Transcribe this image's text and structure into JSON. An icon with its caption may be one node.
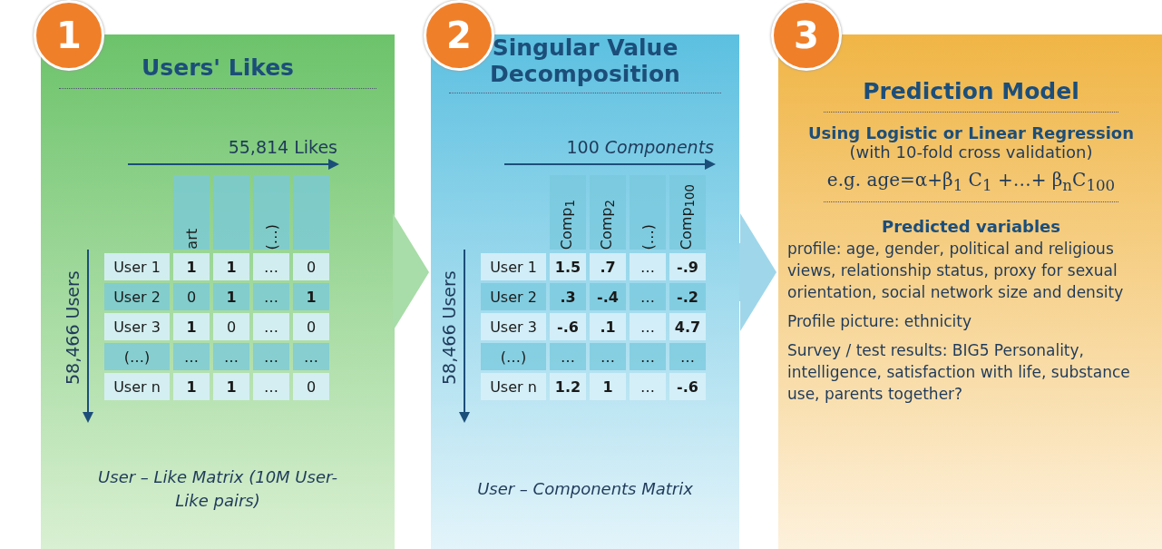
{
  "diagram": {
    "nodes": [
      {
        "text": [
          "Users' Likes",
          "User – Like Matrix (10M User-Like pairs)"
        ]
      },
      {
        "text": [
          "Singular Value Decomposition",
          "User – Components Matrix"
        ]
      },
      {
        "text": [
          "Prediction Model",
          "Using Logistic or Linear Regression",
          "(with 10-fold cross validation)",
          "e.g. age=α+β$_{1}$ C$_{1}$ +…+ β$_{n}$C$_{100}$",
          "Predicted variables",
          "profile: age, gender, political and religious views, relationship status, proxy for sexual orientation, social network size and density",
          "Profile picture: ethnicity",
          "Survey / test results: BIG5 Personality, intelligence, satisfaction with life, substance use, parents together?"
        ]
      },
      {
        "text": [
          "1"
        ]
      },
      {
        "text": [
          "2"
        ]
      },
      {
        "text": [
          "3"
        ]
      }
    ],
    "edges": [
      {
        "from": 0,
        "to": 1,
        "arrow": "to"
      },
      {
        "from": 1,
        "to": 2,
        "arrow": "to"
      }
    ],
    "labels": [
      "55,814 Likes",
      "58,466 Users",
      "art",
      "(…)",
      "User 1",
      "1",
      "1",
      "…",
      "0",
      "User 2",
      "0",
      "1",
      "…",
      "1",
      "User 3",
      "1",
      "0",
      "…",
      "0",
      "(…)",
      "…",
      "…",
      "…",
      "…",
      "User n",
      "1",
      "1",
      "…",
      "0",
      "100 *Components*",
      "58,466 Users",
      "Comp$_{1}$",
      "Comp$_{2}$",
      "(…)",
      "Comp$_{100}$",
      "User 1",
      "1.5",
      ".7",
      "…",
      "-.9",
      "User 2",
      ".3",
      "-.4",
      "…",
      "-.2",
      "User 3",
      "-.6",
      ".1",
      "…",
      "4.7",
      "(…)",
      "…",
      "…",
      "…",
      "…",
      "User n",
      "1.2",
      "1",
      "…",
      "-.6"
    ]
  }
}
